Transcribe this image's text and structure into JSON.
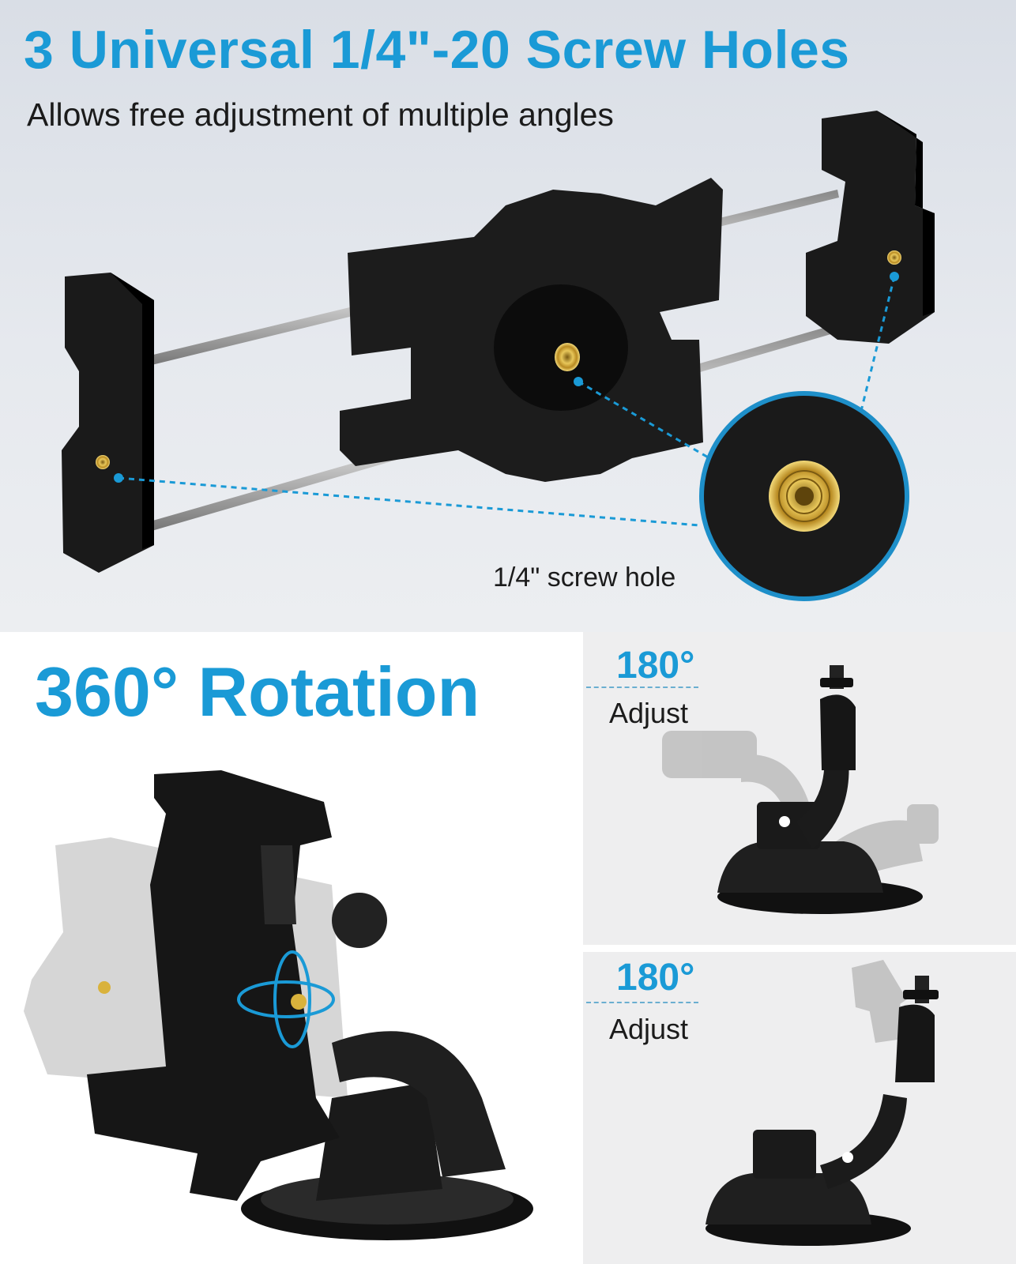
{
  "headline": "3 Universal 1/4\"-20 Screw Holes",
  "subheadline": "Allows free adjustment of multiple angles",
  "callout_label": "1/4\" screw hole",
  "rotation_title": "360° Rotation",
  "adjust_panels": [
    {
      "degrees": "180°",
      "label": "Adjust"
    },
    {
      "degrees": "180°",
      "label": "Adjust"
    }
  ],
  "colors": {
    "accent": "#1a9ad6",
    "text": "#1b1b1b",
    "brass": "#d9b23c",
    "product": "#161616"
  }
}
